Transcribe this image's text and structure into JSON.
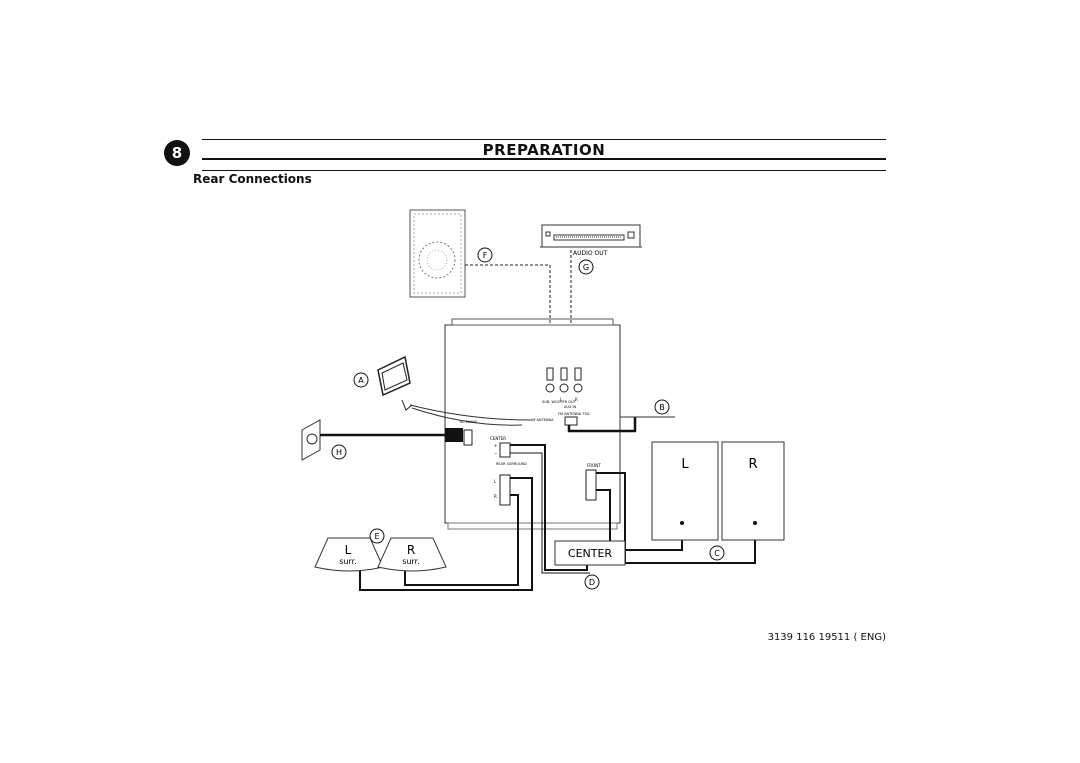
{
  "page_number": "8",
  "section_title": "PREPARATION",
  "subtitle": "Rear Connections",
  "footer_code": "3139 116 19511 ( ENG)",
  "diagram": {
    "callouts": [
      "A",
      "B",
      "C",
      "D",
      "E",
      "F",
      "G",
      "H"
    ],
    "device_label": "AUDIO OUT",
    "speaker_front_left": "L",
    "speaker_front_right": "R",
    "speaker_center": "CENTER",
    "surround_left": "L",
    "surround_right": "R",
    "surround_sub": "surr.",
    "panel": {
      "sub_woofer_out": "SUB-\nWOOFER\nOUT",
      "aux_label": "AUX IN",
      "lr_left": "L",
      "lr_right": "R",
      "am_antenna": "AM ANTENNA",
      "fm_antenna": "FM ANTENNA 75Ω",
      "ac_mains": "AC\nMAINS",
      "center": "CENTER",
      "rear_surround": "REAR\nSURROUND",
      "front": "FRONT",
      "plus": "+",
      "minus": "−",
      "term_l": "L",
      "term_r": "R"
    }
  }
}
